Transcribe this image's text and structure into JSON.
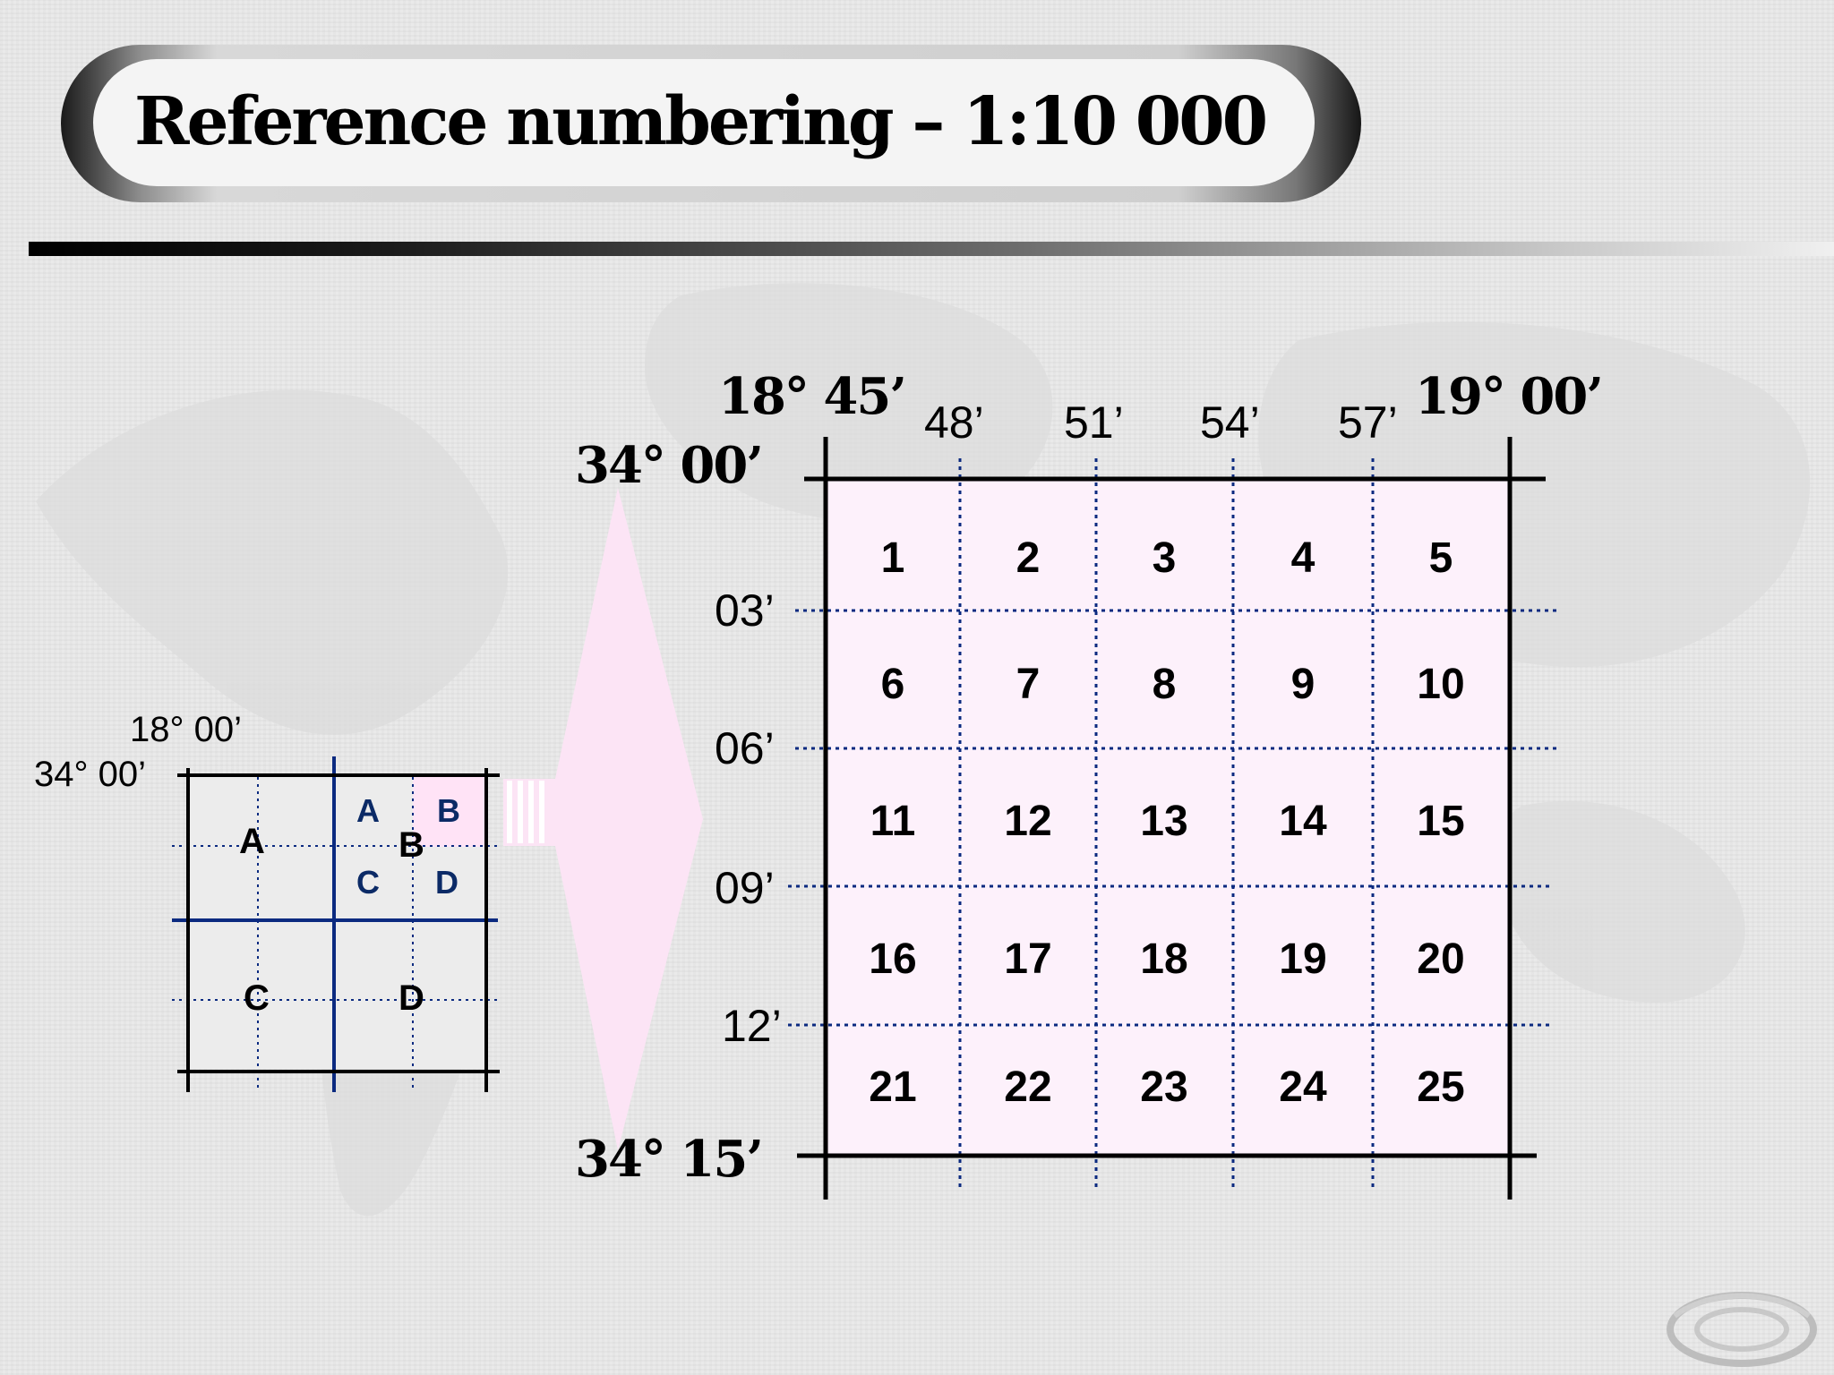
{
  "title": "Reference numbering – 1:10 000",
  "main_grid": {
    "top_left_lon": "18°  45’",
    "top_right_lon": "19°  00’",
    "top_lat": "34°  00’",
    "bottom_lat": "34°  15’",
    "lon_minutes": [
      "48’",
      "51’",
      "54’",
      "57’"
    ],
    "lat_minutes": [
      "03’",
      "06’",
      "09’",
      "12’"
    ],
    "cells": [
      "1",
      "2",
      "3",
      "4",
      "5",
      "6",
      "7",
      "8",
      "9",
      "10",
      "11",
      "12",
      "13",
      "14",
      "15",
      "16",
      "17",
      "18",
      "19",
      "20",
      "21",
      "22",
      "23",
      "24",
      "25"
    ]
  },
  "small_grid": {
    "lon_label": "18° 00’",
    "lat_label": "34° 00’",
    "quadrants": [
      "A",
      "B",
      "C",
      "D"
    ],
    "sub_quadrants": [
      "A",
      "B",
      "C",
      "D"
    ]
  },
  "colors": {
    "grid_line": "#0b2a80",
    "cell_fill": "#fdf1fb",
    "highlight_fill": "#ffe3f6",
    "small_grid_fill": "#ececec",
    "sub_label": "#0b2a66"
  }
}
